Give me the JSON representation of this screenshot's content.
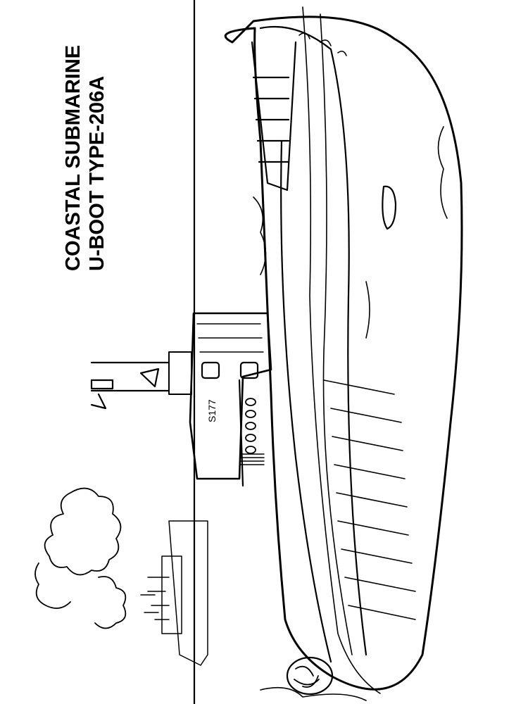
{
  "caption": {
    "line1": "COASTAL SUBMARINE",
    "line2": "U-BOOT TYPE-206A"
  },
  "hull_marking": "S177",
  "colors": {
    "ink": "#000000",
    "paper": "#ffffff"
  }
}
